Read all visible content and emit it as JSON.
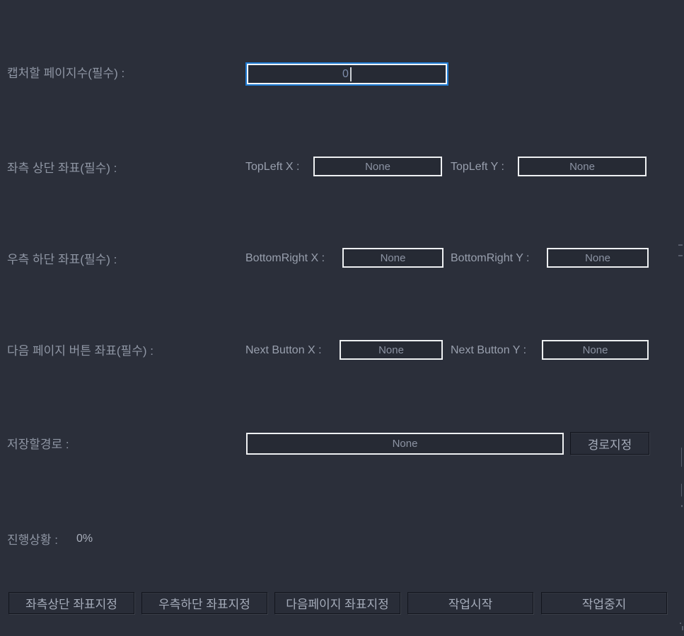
{
  "colors": {
    "background": "#2b2f3a",
    "label_text": "#8f96a4",
    "field_background": "#262a34",
    "field_border": "#eef0f2",
    "focus_ring": "#1f7cd4",
    "button_border": "#12151d",
    "button_text": "#a5acba"
  },
  "form": {
    "capture_pages": {
      "label": "캡처할 페이지수(필수) :",
      "value": "0"
    },
    "top_left": {
      "label": "좌측 상단 좌표(필수) :",
      "x_label": "TopLeft X :",
      "x_value": "None",
      "y_label": "TopLeft Y :",
      "y_value": "None"
    },
    "bottom_right": {
      "label": "우측 하단 좌표(필수) :",
      "x_label": "BottomRight X :",
      "x_value": "None",
      "y_label": "BottomRight Y :",
      "y_value": "None"
    },
    "next_button": {
      "label": "다음 페이지 버튼 좌표(필수) :",
      "x_label": "Next Button X :",
      "x_value": "None",
      "y_label": "Next Button Y :",
      "y_value": "None"
    },
    "save_path": {
      "label": "저장할경로 :",
      "value": "None",
      "button_label": "경로지정"
    },
    "progress": {
      "label": "진행상황 :",
      "value": "0%"
    }
  },
  "actions": [
    {
      "label": "좌측상단 좌표지정"
    },
    {
      "label": "우측하단 좌표지정"
    },
    {
      "label": "다음페이지 좌표지정"
    },
    {
      "label": "작업시작"
    },
    {
      "label": "작업중지"
    }
  ]
}
